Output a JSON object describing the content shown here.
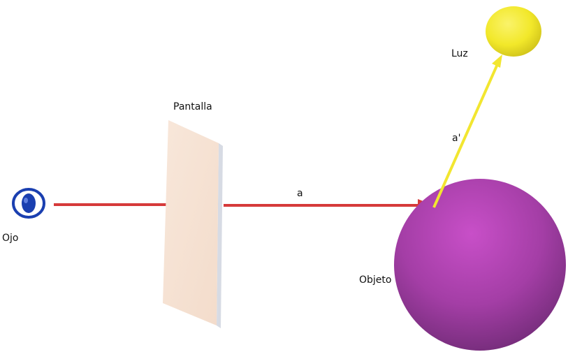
{
  "labels": {
    "eye": "Ojo",
    "screen": "Pantalla",
    "ray_primary": "a",
    "ray_secondary": "a'",
    "light": "Luz",
    "object": "Objeto"
  },
  "colors": {
    "ray_primary": "#d63a3a",
    "ray_secondary": "#f2e630",
    "object": "#c04cc0",
    "light": "#f5ee2a",
    "screen": "#f6e2d3",
    "eye": "#1a3fb0"
  },
  "icons": {
    "eye": "eye-icon"
  }
}
